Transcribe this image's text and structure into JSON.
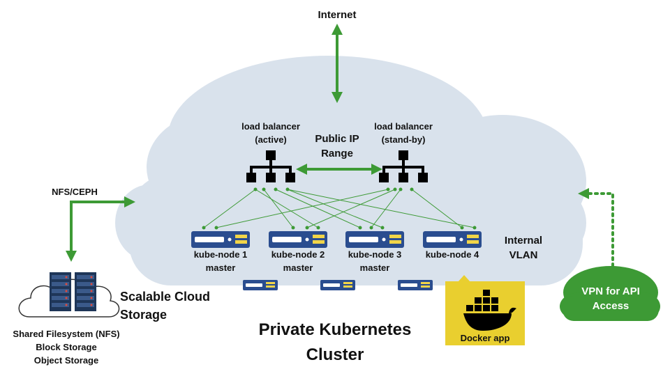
{
  "diagram": {
    "internet_label": "Internet",
    "public_ip_line1": "Public IP",
    "public_ip_line2": "Range",
    "lb_active_line1": "load balancer",
    "lb_active_line2": "(active)",
    "lb_standby_line1": "load balancer",
    "lb_standby_line2": "(stand-by)",
    "internal_vlan_line1": "Internal",
    "internal_vlan_line2": "VLAN",
    "nfs_ceph_label": "NFS/CEPH",
    "nodes": [
      {
        "name": "kube-node 1",
        "role": "master"
      },
      {
        "name": "kube-node 2",
        "role": "master"
      },
      {
        "name": "kube-node 3",
        "role": "master"
      },
      {
        "name": "kube-node 4",
        "role": ""
      }
    ],
    "docker_label": "Docker app",
    "vpn_line1": "VPN for API",
    "vpn_line2": "Access",
    "storage_title_line1": "Scalable Cloud",
    "storage_title_line2": "Storage",
    "storage_items": [
      "Shared Filesystem (NFS)",
      "Block Storage",
      "Object Storage"
    ],
    "cluster_title_line1": "Private Kubernetes",
    "cluster_title_line2": "Cluster"
  },
  "colors": {
    "cloud": "#d9e2ec",
    "green": "#3d9a35",
    "server_blue": "#2a4d8f",
    "server_yellow": "#f1d548",
    "docker_yellow": "#e9cf2f",
    "vpn_green": "#3d9a35",
    "storage_dark": "#1f3658"
  }
}
